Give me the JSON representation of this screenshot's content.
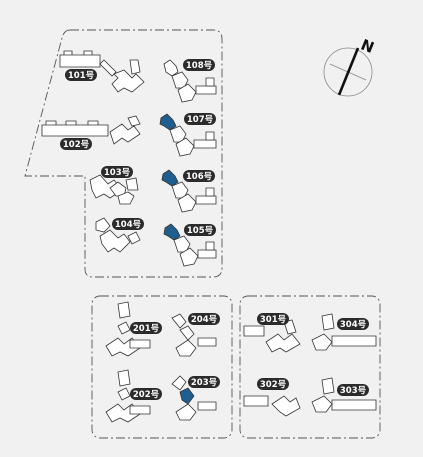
{
  "compass": {
    "north_letter": "N",
    "icon": "compass-rose-icon",
    "needle_color": "#111111"
  },
  "colors": {
    "label_bg": "#2b2b2b",
    "label_text": "#ffffff",
    "highlight_unit": "#1f5f8f",
    "zone_border": "#555555",
    "background": "#f1f1f1"
  },
  "zones": [
    {
      "id": "zone-100",
      "buildings": [
        "101号",
        "102号",
        "103号",
        "104号",
        "105号",
        "106号",
        "107号",
        "108号"
      ]
    },
    {
      "id": "zone-200",
      "buildings": [
        "201号",
        "202号",
        "203号",
        "204号"
      ]
    },
    {
      "id": "zone-300",
      "buildings": [
        "301号",
        "302号",
        "303号",
        "304号"
      ]
    }
  ],
  "labels": {
    "b101": "101号",
    "b102": "102号",
    "b103": "103号",
    "b104": "104号",
    "b105": "105号",
    "b106": "106号",
    "b107": "107号",
    "b108": "108号",
    "b201": "201号",
    "b202": "202号",
    "b203": "203号",
    "b204": "204号",
    "b301": "301号",
    "b302": "302号",
    "b303": "303号",
    "b304": "304号"
  },
  "highlighted_buildings": [
    "105号",
    "106号",
    "107号",
    "203号"
  ]
}
